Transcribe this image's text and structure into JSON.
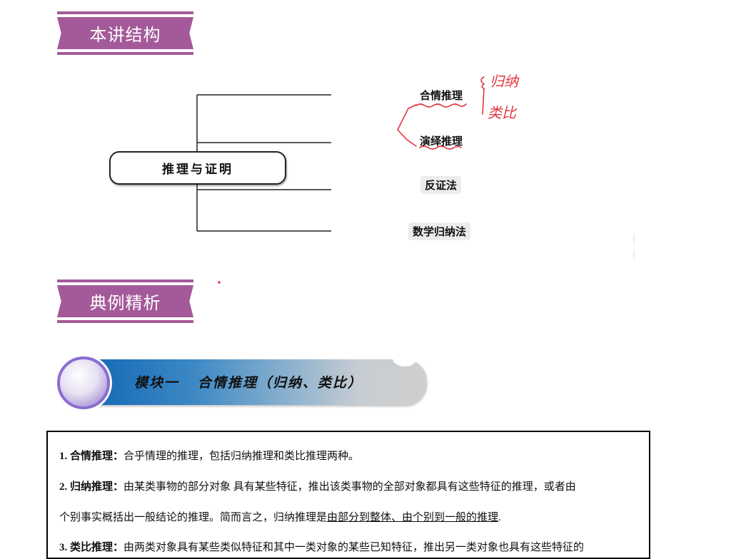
{
  "sections": {
    "structure_title": "本讲结构",
    "examples_title": "典例精析"
  },
  "mindmap": {
    "center": "推理与证明",
    "branches": [
      {
        "label": "合情推理"
      },
      {
        "label": "演绎推理"
      },
      {
        "label": "反证法"
      },
      {
        "label": "数学归纳法"
      }
    ],
    "annotations": {
      "induction": "归纳",
      "analogy": "类比"
    },
    "annotation_color": "#e0363f"
  },
  "module": {
    "title": "模块一   合情推理（归纳、类比）"
  },
  "definitions": {
    "item1": {
      "number": "1.",
      "term": "合情推理：",
      "text": "合乎情理的推理，包括归纳推理和类比推理两种。"
    },
    "item2": {
      "number": "2.",
      "term": "归纳推理：",
      "text_line1": "由某类事物的部分对象 具有某些特征，推出该类事物的全部对象都具有这些特征的推理，或者由",
      "text_line2_prefix": "个别事实概括出一般结论的推理。简而言之，归纳推理是",
      "text_line2_underlined": "由部分到整体、由个别到一般的推理",
      "text_line2_suffix": "."
    },
    "item3": {
      "number": "3.",
      "term": "类比推理：",
      "text": "由两类对象具有某些类似特征和其中一类对象的某些已知特征，推出另一类对象也具有这些特征的"
    }
  },
  "colors": {
    "banner": "#a4599a",
    "ribbon_start": "#1669b6",
    "ribbon_end": "#cfcfcf"
  }
}
